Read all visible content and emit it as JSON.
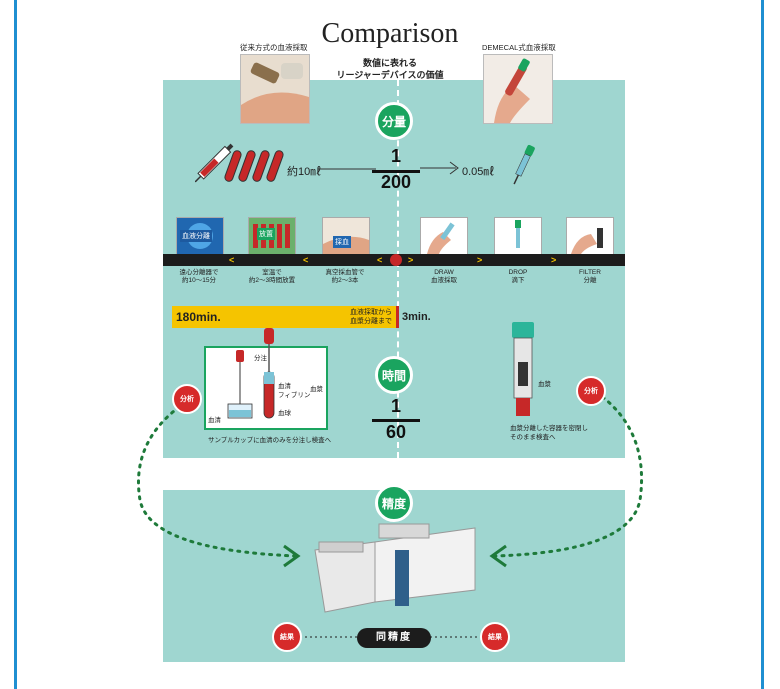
{
  "header": {
    "title": "Comparison",
    "subtitle_line1": "数値に表れる",
    "subtitle_line2": "リージャーデバイスの価値",
    "left_caption": "従来方式の血液採取",
    "right_caption": "DEMECAL式血液採取"
  },
  "volume": {
    "badge": "分量",
    "numerator": "1",
    "denominator": "200",
    "left_amount": "約10㎖",
    "right_amount": "0.05㎖"
  },
  "steps": {
    "left": [
      {
        "image_label": "血液分離",
        "caption1": "遠心分離器で",
        "caption2": "約10～15分"
      },
      {
        "image_label": "放置",
        "caption1": "室温で",
        "caption2": "約2～3時間放置"
      },
      {
        "image_label": "採血",
        "caption1": "真空採血管で",
        "caption2": "約2～3本"
      }
    ],
    "right": [
      {
        "caption1": "DRAW",
        "caption2": "血液採取"
      },
      {
        "caption1": "DROP",
        "caption2": "滴下"
      },
      {
        "caption1": "FILTER",
        "caption2": "分離"
      }
    ]
  },
  "time_bar": {
    "left_value": "180min.",
    "note_line1": "血液採取から",
    "note_line2": "血漿分離まで",
    "right_value": "3min."
  },
  "time": {
    "badge": "時間",
    "numerator": "1",
    "denominator": "60"
  },
  "diagram_left": {
    "push_label": "分注",
    "serum": "血清",
    "fibrin": "フィブリン",
    "clot_group": "血漿",
    "blood_cells": "血球",
    "cup_label": "血清",
    "caption": "サンプルカップに血清のみを分注し検査へ"
  },
  "diagram_right": {
    "plasma": "血漿",
    "caption1": "血漿分離した容器を密閉し",
    "caption2": "そのまま検査へ"
  },
  "analysis": {
    "left_badge": "分析",
    "right_badge": "分析"
  },
  "accuracy": {
    "badge": "精度",
    "result_left": "結果",
    "result_right": "結果",
    "same": "同精度"
  },
  "colors": {
    "panel": "#9fd6d0",
    "accent_green": "#1aa45f",
    "frame_blue": "#1f8fd1",
    "bar_yellow": "#f5c400",
    "red": "#d62a2a"
  }
}
